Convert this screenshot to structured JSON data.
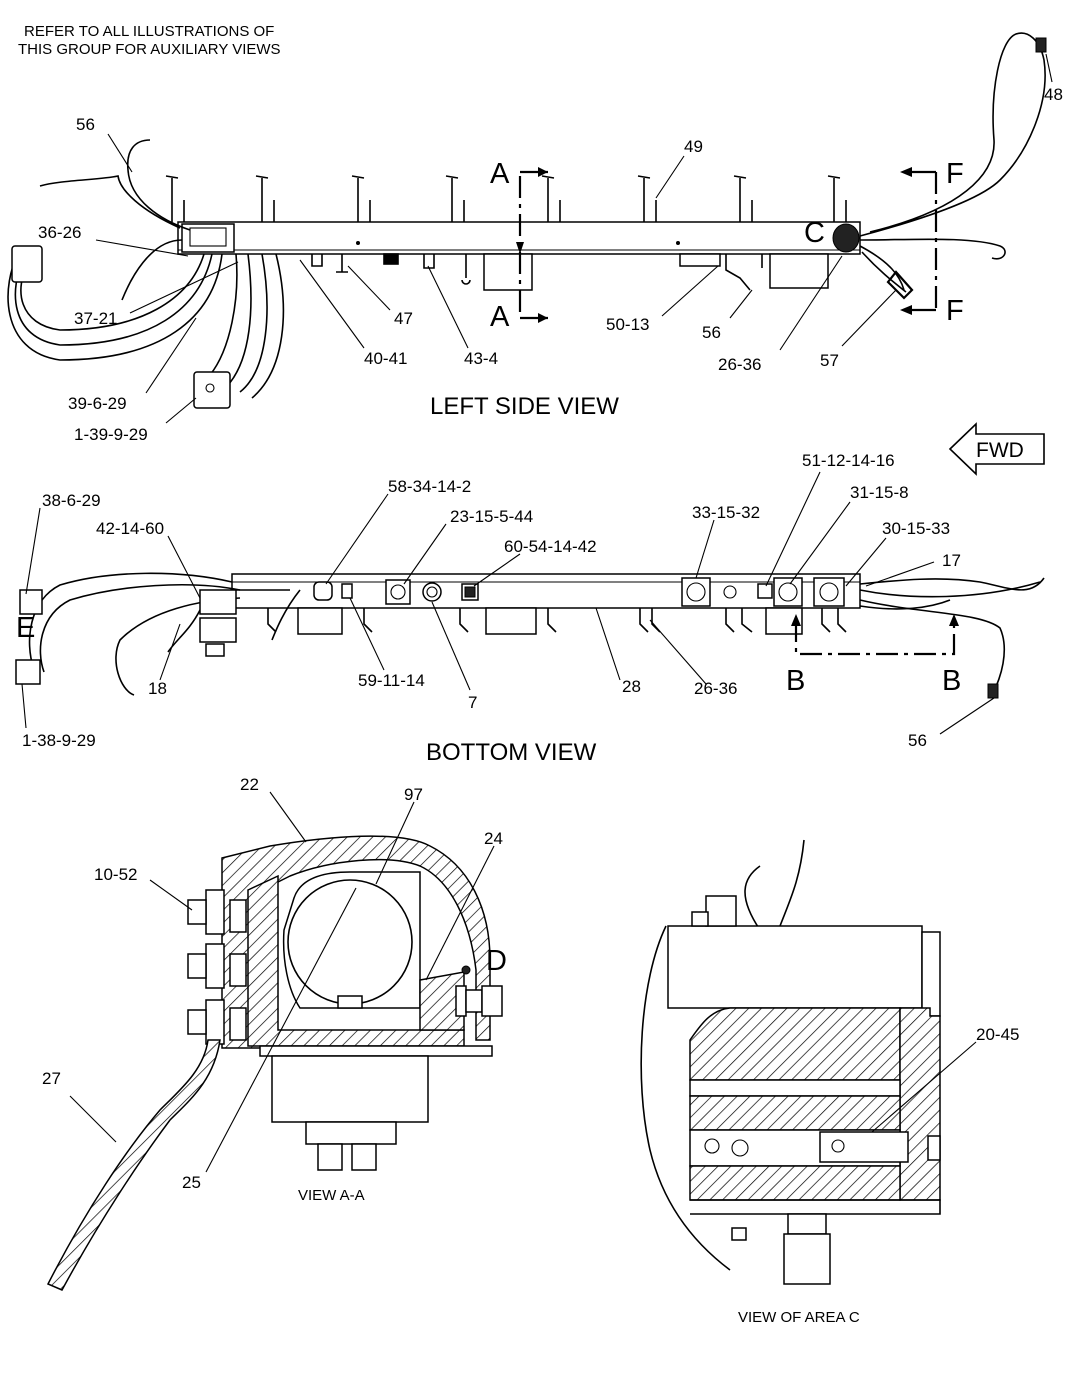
{
  "note": {
    "line1": "REFER TO ALL ILLUSTRATIONS OF",
    "line2": "THIS GROUP FOR AUXILIARY VIEWS"
  },
  "view_titles": {
    "left_side": "LEFT SIDE VIEW",
    "bottom": "BOTTOM VIEW",
    "view_aa": "VIEW A-A",
    "view_area_c": "VIEW OF AREA C"
  },
  "fwd_label": "FWD",
  "section_marks": {
    "a": "A",
    "f": "F",
    "b": "B",
    "c": "C",
    "d": "D",
    "e": "E"
  },
  "callouts": {
    "left_side": [
      "56",
      "36-26",
      "37-21",
      "39-6-29",
      "1-39-9-29",
      "40-41",
      "47",
      "43-4",
      "49",
      "50-13",
      "56",
      "26-36",
      "57",
      "48"
    ],
    "bottom": [
      "38-6-29",
      "42-14-60",
      "18",
      "1-38-9-29",
      "58-34-14-2",
      "23-15-5-44",
      "60-54-14-42",
      "59-11-14",
      "7",
      "33-15-32",
      "28",
      "26-36",
      "51-12-14-16",
      "31-15-8",
      "30-15-33",
      "17",
      "56"
    ],
    "view_aa": [
      "22",
      "97",
      "24",
      "10-52",
      "27",
      "25"
    ],
    "view_area_c": [
      "20-45"
    ]
  }
}
